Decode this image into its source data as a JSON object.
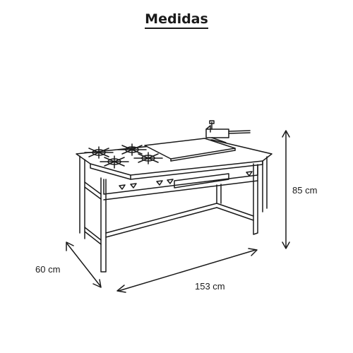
{
  "title": "Medidas",
  "dimensions": {
    "width": "153 cm",
    "depth": "60 cm",
    "height": "85 cm"
  },
  "colors": {
    "line": "#1a1a1a",
    "background": "#ffffff"
  }
}
